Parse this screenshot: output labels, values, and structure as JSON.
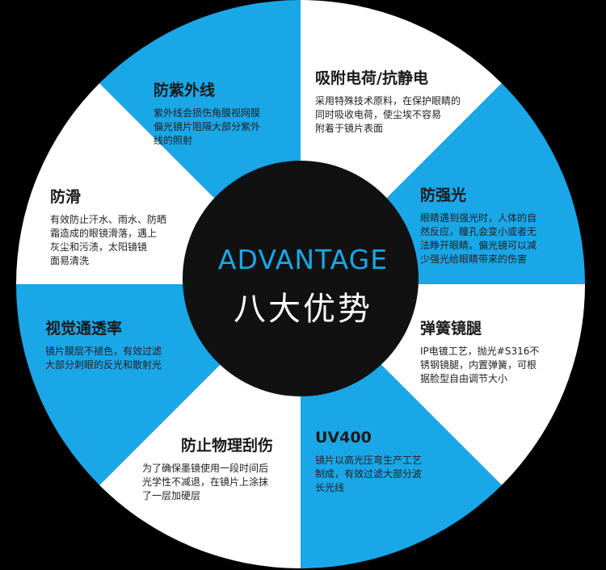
{
  "colors": {
    "background": "#000000",
    "blue": "#1aa7e8",
    "white": "#ffffff",
    "center": "#111111"
  },
  "center": {
    "title_en": "ADVANTAGE",
    "title_zh": "八大优势"
  },
  "segments": [
    {
      "title": "吸附电荷/抗静电",
      "lines": [
        "采用特殊技术原料，在保护眼睛的",
        "同时吸收电荷，使尘埃不容易",
        "附着于镜片表面"
      ]
    },
    {
      "title": "防强光",
      "lines": [
        "眼睛遇到强光时，人体的自",
        "然反应，瞳孔会变小或者无",
        "法睁开眼睛。偏光镜可以减",
        "少强光给眼睛带来的伤害"
      ]
    },
    {
      "title": "弹簧镜腿",
      "lines": [
        "IP电镀工艺，抛光#S316不",
        "锈钢镜腿，内置弹簧，可根",
        "据脸型自由调节大小"
      ]
    },
    {
      "title": "UV400",
      "lines": [
        "镜片以高光压弯生产工艺",
        "制成，有效过滤大部分波",
        "长光线"
      ]
    },
    {
      "title": "防止物理刮伤",
      "lines": [
        "为了确保墨镜使用一段时间后",
        "光学性不减退，在镜片上涂抹",
        "了一层加硬层"
      ]
    },
    {
      "title": "视觉通透率",
      "lines": [
        "镜片膜层不褪色，有效过滤",
        "大部分刺眼的反光和散射光"
      ]
    },
    {
      "title": "防滑",
      "lines": [
        "有效防止汗水、雨水、防晒",
        "霜造成的眼镜滑落，遇上",
        "灰尘和污渍，太阳镜镜",
        "面易清洗"
      ]
    },
    {
      "title": "防紫外线",
      "lines": [
        "紫外线会损伤角膜视网膜",
        "偏光镜片阻隔大部分紫外",
        "线的照射"
      ]
    }
  ]
}
